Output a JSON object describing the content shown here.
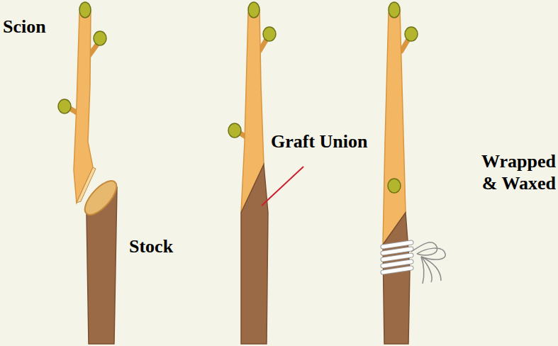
{
  "diagram": {
    "labels": [
      "Scion",
      "Stock",
      "Graft Union",
      "Wrapped & Waxed"
    ]
  }
}
